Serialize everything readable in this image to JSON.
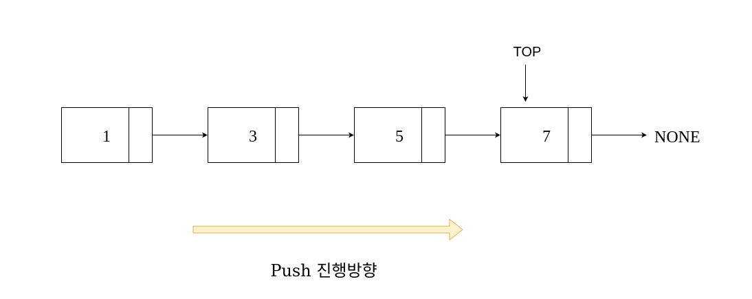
{
  "stack": {
    "nodes": [
      {
        "value": "1"
      },
      {
        "value": "3"
      },
      {
        "value": "5"
      },
      {
        "value": "7"
      }
    ],
    "top_label": "TOP",
    "terminal_label": "NONE"
  },
  "push_direction": {
    "label": "Push 진행방향"
  },
  "colors": {
    "box_stroke": "#000000",
    "push_arrow_fill": "#fff2cc",
    "push_arrow_stroke": "#d6b656"
  }
}
